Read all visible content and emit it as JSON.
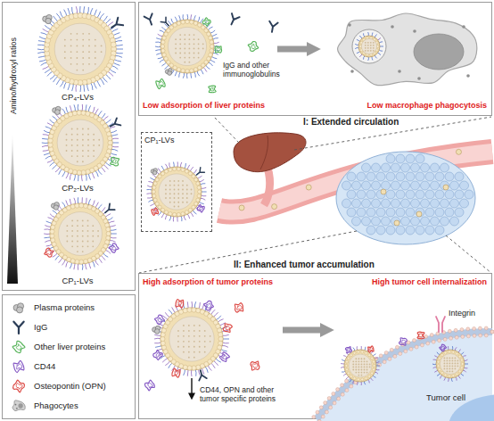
{
  "diagram": {
    "nodes": [
      {
        "text": [
          "Amino/hydroxyl ratios"
        ]
      },
      {
        "text": [
          "CP₄-LVs"
        ],
        "in": 0
      },
      {
        "text": [
          "CP₂-LVs"
        ],
        "in": 0
      },
      {
        "text": [
          "CP₁-LVs"
        ],
        "in": 0
      },
      {
        "text": [
          "Low adsorption of liver proteins"
        ]
      },
      {
        "text": [
          "Low macrophage phagocytosis"
        ]
      },
      {
        "text": [
          "CP₁-LVs"
        ]
      },
      {
        "text": [
          "High adsorption of tumor proteins"
        ]
      },
      {
        "text": [
          "High tumor cell internalization"
        ]
      }
    ],
    "edges": [
      {
        "from": 4,
        "to": 5,
        "arrow": "to"
      },
      {
        "from": 7,
        "to": 8,
        "arrow": "to"
      }
    ],
    "labels": [
      "IgG and other immunoglobulins",
      "I: Extended circulation",
      "II: Enhanced tumor accumulation",
      "CD44, OPN and other tumor specific proteins",
      "Integrin",
      "Tumor cell"
    ],
    "legend": [
      {
        "text": "Plasma proteins"
      },
      {
        "text": "IgG"
      },
      {
        "text": "Other liver proteins"
      },
      {
        "text": "CD44"
      },
      {
        "text": "Osteopontin (OPN)"
      },
      {
        "text": "Phagocytes"
      }
    ]
  }
}
